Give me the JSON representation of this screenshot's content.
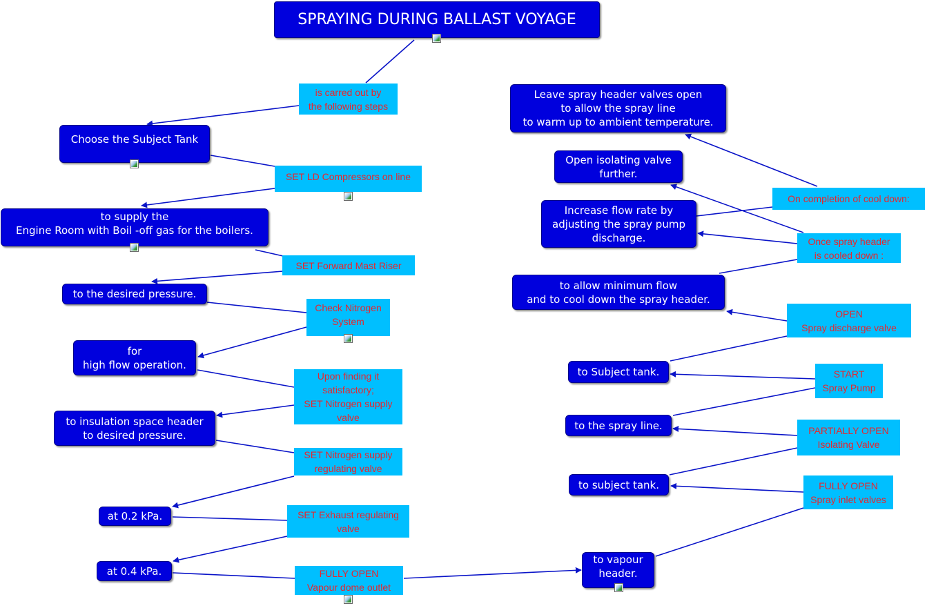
{
  "title": "SPRAYING DURING BALLAST VOYAGE",
  "concepts": {
    "choose_tank": "Choose the Subject Tank",
    "supply_engine_room": "to supply the\nEngine Room with Boil -off gas for the boilers.",
    "desired_pressure": "to the desired pressure.",
    "high_flow": "for\nhigh flow operation.",
    "insulation_header": "to insulation space header\nto desired pressure.",
    "at_02_kpa": "at 0.2 kPa.",
    "at_04_kpa": "at 0.4 kPa.",
    "vapour_header": "to vapour\nheader.",
    "subject_tank_lower": "to subject tank.",
    "spray_line": "to the spray line.",
    "subject_tank_upper": "to Subject tank.",
    "minimum_flow": "to allow minimum flow\nand to cool down the spray header.",
    "increase_flow": "Increase flow rate by\nadjusting the spray pump\ndischarge.",
    "open_isolating": "Open isolating valve\nfurther.",
    "leave_valves_open": "Leave spray header valves open\nto allow the spray line\nto warm up to ambient temperature."
  },
  "phrases": {
    "carried_out": "is carred out by\nthe following steps",
    "set_ld": "SET LD Compressors on line",
    "set_mast_riser": "SET  Forward Mast Riser",
    "check_nitrogen": "Check Nitrogen\nSystem",
    "upon_finding": "Upon finding it\nsatisfactory;\nSET Nitrogen supply\nvalve",
    "set_regulating": "SET Nitrogen supply\nregulating valve",
    "set_exhaust": "SET Exhaust regulating\nvalve",
    "fully_open_dome": "FULLY OPEN\nVapour dome outlet",
    "fully_open_inlet": "FULLY OPEN\nSpray inlet valves",
    "partially_open": "PARTIALLY OPEN\nIsolating Valve",
    "start_pump": "START\nSpray Pump",
    "open_discharge": "OPEN\nSpray discharge valve",
    "once_cooled": "Once spray header\nis cooled down :",
    "on_completion": "On completion of cool down:"
  },
  "colors": {
    "concept_fill": "#0000dd",
    "concept_text": "#ffffff",
    "phrase_fill": "#00bfff",
    "phrase_text": "#e8252d",
    "link": "#0a14c8"
  },
  "icons": [
    "image-attachment-icon"
  ]
}
